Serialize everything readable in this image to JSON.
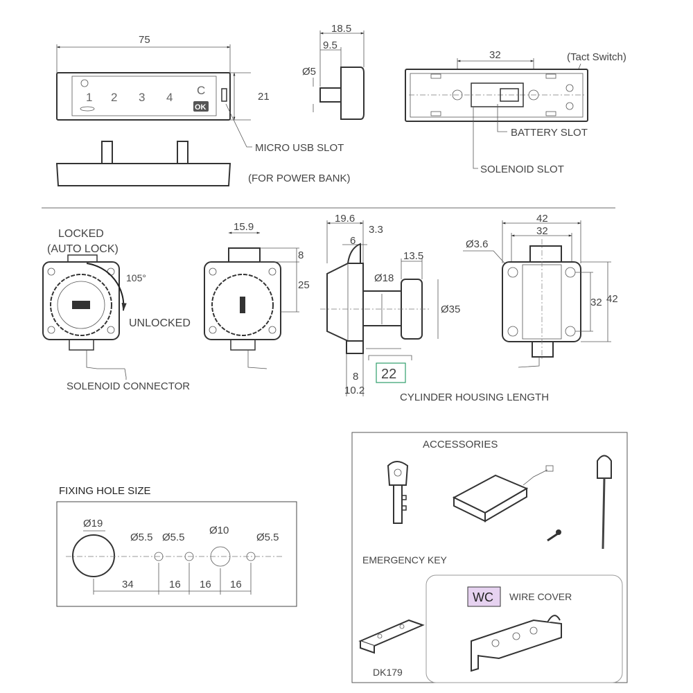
{
  "keypad": {
    "width_dim": "75",
    "height_dim": "21",
    "keys": [
      "1",
      "2",
      "3",
      "4",
      "C",
      "OK"
    ],
    "micro_usb_label": "MICRO USB SLOT",
    "power_bank_label": "(FOR POWER BANK)",
    "side_depth_dim": "18.5",
    "side_shaft_dim": "9.5",
    "shaft_dia": "Ø5"
  },
  "back_view": {
    "hole_spacing": "32",
    "tact_switch_label": "(Tact Switch)",
    "battery_slot_label": "BATTERY SLOT",
    "solenoid_slot_label": "SOLENOID SLOT"
  },
  "lock_views": {
    "locked_label": "LOCKED",
    "auto_lock_label": "(AUTO LOCK)",
    "angle": "105°",
    "unlocked_label": "UNLOCKED",
    "solenoid_connector_label": "SOLENOID CONNECTOR",
    "front_dims": {
      "bolt_width": "15.9",
      "bolt_offset": "8",
      "bolt_height": "25"
    },
    "side_dims": {
      "depth": "19.6",
      "lip": "3.3",
      "bolt": "6",
      "knob_depth": "13.5",
      "cyl_dia": "Ø18",
      "knob_dia": "Ø35",
      "bottom_8": "8",
      "bottom_10": "10.2",
      "cylinder_length": "22"
    },
    "cylinder_housing_label": "CYLINDER HOUSING LENGTH",
    "rear_dims": {
      "outer_w": "42",
      "inner_w": "32",
      "inner_h": "32",
      "outer_h": "42",
      "hole_dia": "Ø3.6"
    }
  },
  "fixing_holes": {
    "title": "FIXING HOLE SIZE",
    "holes": [
      "Ø19",
      "Ø5.5",
      "Ø5.5",
      "Ø10",
      "Ø5.5"
    ],
    "spacings": [
      "34",
      "16",
      "16",
      "16"
    ]
  },
  "accessories": {
    "title": "ACCESSORIES",
    "emergency_key_label": "EMERGENCY KEY",
    "wc_badge": "WC",
    "wire_cover_label": "WIRE COVER",
    "dk_label": "DK179"
  },
  "colors": {
    "locked": "#e02020",
    "unlocked": "#1aa04a",
    "cyl_box": "#2e9e6a",
    "wc_bg": "#e6d2f0"
  }
}
